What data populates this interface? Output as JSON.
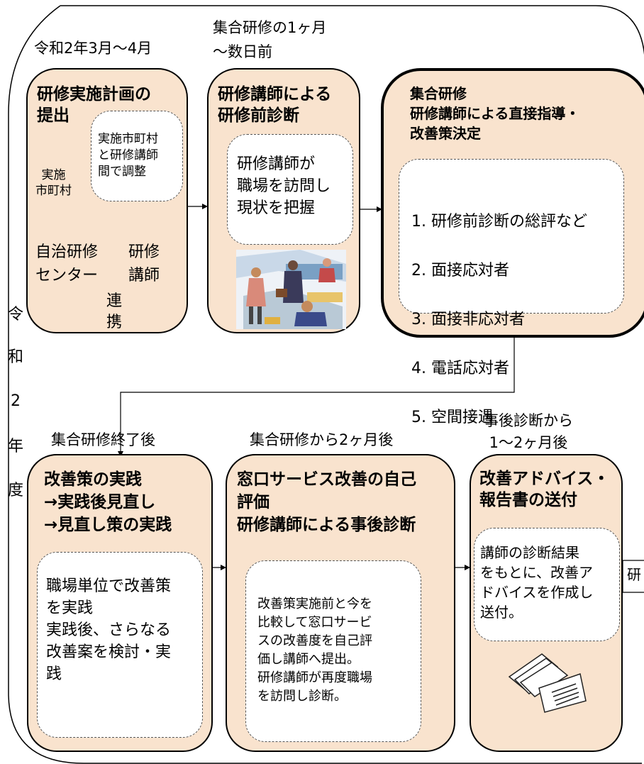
{
  "labels": {
    "period_1": "令和2年3月〜4月",
    "period_2": "集合研修の1ヶ月\n〜数日前",
    "period_4": "集合研修終了後",
    "period_5": "集合研修から2ヶ月後",
    "period_6": "事後診断から\n1〜2ヶ月後",
    "vertical_year": [
      "令",
      "和",
      "2",
      "年",
      "度"
    ]
  },
  "steps": [
    {
      "title": "研修実施計画の\n提出",
      "note": "実施市町村\nと研修講師\n間で調整",
      "source": "実施\n市町村",
      "target_a": "自治研修\nセンター",
      "target_b": "研修\n講師",
      "link_text": "連\n携"
    },
    {
      "title": "研修講師による\n研修前診断",
      "body": "研修講師が\n職場を訪問し\n現状を把握"
    },
    {
      "title": "集合研修\n研修講師による直接指導・\n改善策決定",
      "items": [
        "1. 研修前診断の総評など",
        "2. 面接応対者",
        "3. 面接非応対者",
        "4. 電話応対者",
        "5. 空間接遇"
      ]
    },
    {
      "title": "改善策の実践\n→実践後見直し\n→見直し策の実践",
      "body": "職場単位で改善策\nを実践\n実践後、さらなる\n改善案を検討・実\n践"
    },
    {
      "title": "窓口サービス改善の自己\n評価\n研修講師による事後診断",
      "body": "改善策実施前と今を\n比較して窓口サービ\nスの改善度を自己評\n価し講師へ提出。\n研修講師が再度職場\nを訪問し診断。"
    },
    {
      "title": "改善アドバイス・\n報告書の送付",
      "body": "講師の診断結果\nをもとに、改善ア\nドバイスを作成し\n送付。"
    }
  ],
  "edge_text": "研",
  "icons": [
    "office-clipart-icon",
    "folder-document-icon"
  ]
}
